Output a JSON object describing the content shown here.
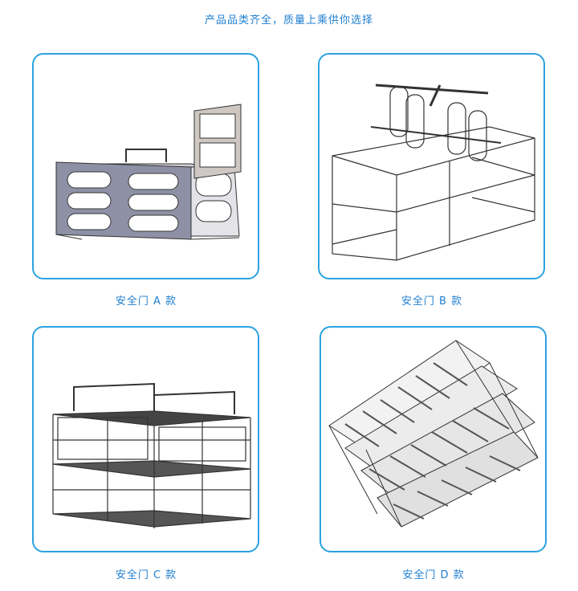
{
  "headline": "产品品类齐全，质量上乘供你选择",
  "accent_color": "#2aa3e0",
  "products": [
    {
      "caption": "安全门 A 款"
    },
    {
      "caption": "安全门 B 款"
    },
    {
      "caption": "安全门 C 款"
    },
    {
      "caption": "安全门 D 款"
    }
  ]
}
